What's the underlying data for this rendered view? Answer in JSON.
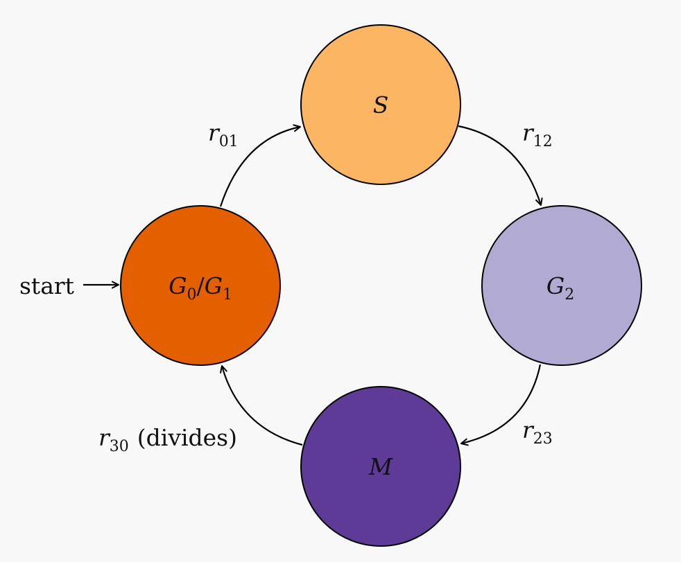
{
  "diagram": {
    "start_label": "start",
    "states": [
      {
        "id": "g0g1",
        "sym": "G",
        "sub": "0",
        "slash": "/",
        "sym2": "G",
        "sub2": "1",
        "fill": "#e45f00"
      },
      {
        "id": "s",
        "sym": "S",
        "fill": "#fcb663"
      },
      {
        "id": "g2",
        "sym": "G",
        "sub": "2",
        "fill": "#b1abd3"
      },
      {
        "id": "m",
        "sym": "M",
        "fill": "#5d3b97"
      }
    ],
    "transitions": [
      {
        "id": "r01",
        "sym": "r",
        "sub": "01",
        "note": ""
      },
      {
        "id": "r12",
        "sym": "r",
        "sub": "12",
        "note": ""
      },
      {
        "id": "r23",
        "sym": "r",
        "sub": "23",
        "note": ""
      },
      {
        "id": "r30",
        "sym": "r",
        "sub": "30",
        "note": "(divides)"
      }
    ]
  }
}
